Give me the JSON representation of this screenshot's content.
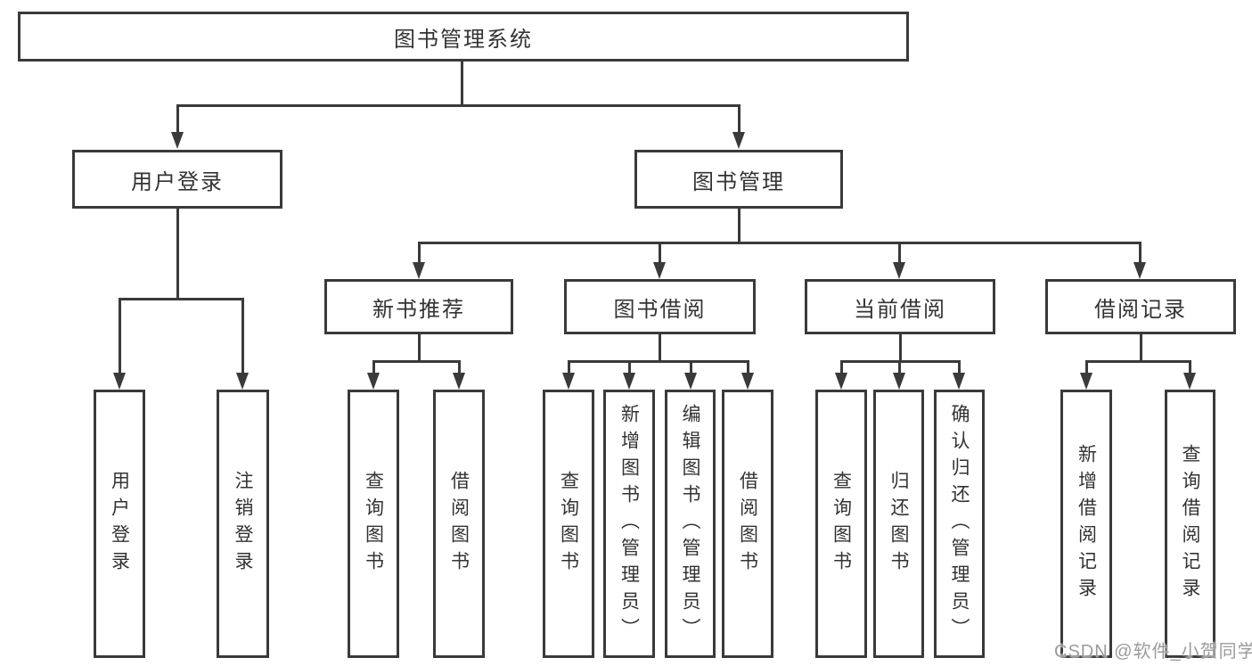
{
  "diagram": {
    "title": "图书管理系统",
    "level2": {
      "user_login": "用户登录",
      "book_management": "图书管理"
    },
    "level3": {
      "new_books": "新书推荐",
      "book_borrow": "图书借阅",
      "current_borrow": "当前借阅",
      "borrow_records": "借阅记录"
    },
    "leaves": {
      "user_login": [
        "用户登录",
        "注销登录"
      ],
      "new_books": [
        "查询图书",
        "借阅图书"
      ],
      "book_borrow": [
        "查询图书",
        "新增图书（管理员）",
        "编辑图书（管理员）",
        "借阅图书"
      ],
      "current_borrow": [
        "查询图书",
        "归还图书",
        "确认归还（管理员）"
      ],
      "borrow_records": [
        "新增借阅记录",
        "查询借阅记录"
      ]
    }
  },
  "watermark": {
    "text": "CSDN @软件_小贺同学"
  },
  "colors": {
    "line": "#3a3a3a",
    "text": "#333333",
    "watermark": "#9b9b9b",
    "background": "#ffffff"
  }
}
